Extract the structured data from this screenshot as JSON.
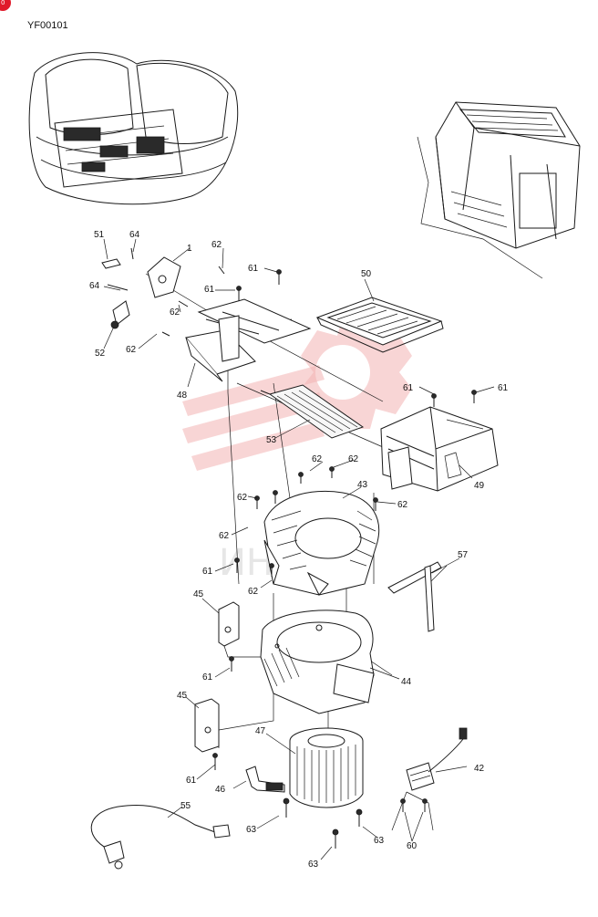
{
  "diagram_code": "YF00101",
  "corner_badge": "0",
  "watermark_text": "ИНФО",
  "callouts": [
    {
      "id": "c1",
      "label": "1"
    },
    {
      "id": "c51",
      "label": "51"
    },
    {
      "id": "c64a",
      "label": "64"
    },
    {
      "id": "c64b",
      "label": "64"
    },
    {
      "id": "c52",
      "label": "52"
    },
    {
      "id": "c62a",
      "label": "62"
    },
    {
      "id": "c62b",
      "label": "62"
    },
    {
      "id": "c62c",
      "label": "62"
    },
    {
      "id": "c61a",
      "label": "61"
    },
    {
      "id": "c61b",
      "label": "61"
    },
    {
      "id": "c50",
      "label": "50"
    },
    {
      "id": "c48",
      "label": "48"
    },
    {
      "id": "c53",
      "label": "53"
    },
    {
      "id": "c61c",
      "label": "61"
    },
    {
      "id": "c61d",
      "label": "61"
    },
    {
      "id": "c49",
      "label": "49"
    },
    {
      "id": "c62d",
      "label": "62"
    },
    {
      "id": "c62e",
      "label": "62"
    },
    {
      "id": "c62f",
      "label": "62"
    },
    {
      "id": "c43",
      "label": "43"
    },
    {
      "id": "c62g",
      "label": "62"
    },
    {
      "id": "c62h",
      "label": "62"
    },
    {
      "id": "c61e",
      "label": "61"
    },
    {
      "id": "c62i",
      "label": "62"
    },
    {
      "id": "c57",
      "label": "57"
    },
    {
      "id": "c45a",
      "label": "45"
    },
    {
      "id": "c61f",
      "label": "61"
    },
    {
      "id": "c44",
      "label": "44"
    },
    {
      "id": "c45b",
      "label": "45"
    },
    {
      "id": "c47",
      "label": "47"
    },
    {
      "id": "c61g",
      "label": "61"
    },
    {
      "id": "c46",
      "label": "46"
    },
    {
      "id": "c42",
      "label": "42"
    },
    {
      "id": "c55",
      "label": "55"
    },
    {
      "id": "c63a",
      "label": "63"
    },
    {
      "id": "c63b",
      "label": "63"
    },
    {
      "id": "c63c",
      "label": "63"
    },
    {
      "id": "c60",
      "label": "60"
    }
  ]
}
